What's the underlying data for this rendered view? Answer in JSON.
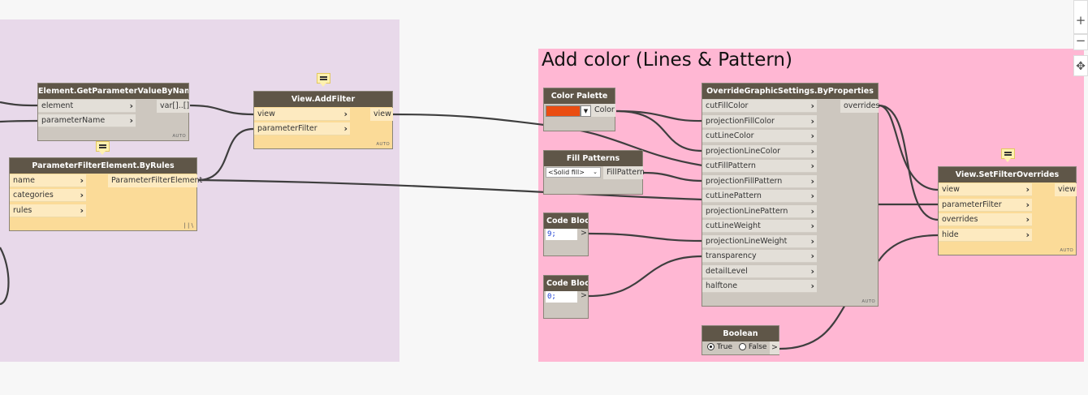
{
  "groups": [
    {
      "title": ""
    },
    {
      "title": "Add color (Lines & Pattern)"
    }
  ],
  "nodes": {
    "get_param": {
      "title": "Element.GetParameterValueByName",
      "inputs": [
        "element",
        "parameterName"
      ],
      "output": "var[]..[]",
      "footer": "AUTO"
    },
    "filter_rules": {
      "title": "ParameterFilterElement.ByRules",
      "inputs": [
        "name",
        "categories",
        "rules"
      ],
      "output": "ParameterFilterElement",
      "footer": "| | \\"
    },
    "add_filter": {
      "title": "View.AddFilter",
      "inputs": [
        "view",
        "parameterFilter"
      ],
      "output": "view",
      "footer": "AUTO"
    },
    "color_palette": {
      "title": "Color Palette",
      "output": "Color",
      "swatch": "#ea4d12"
    },
    "fill_patterns": {
      "title": "Fill Patterns",
      "selected": "<Solid fill>",
      "output": "FillPattern"
    },
    "code_block_1": {
      "title": "Code Block",
      "code": "9;",
      "output": ">"
    },
    "code_block_2": {
      "title": "Code Block",
      "code": "0;",
      "output": ">"
    },
    "override": {
      "title": "OverrideGraphicSettings.ByProperties",
      "inputs": [
        "cutFillColor",
        "projectionFillColor",
        "cutLineColor",
        "projectionLineColor",
        "cutFillPattern",
        "projectionFillPattern",
        "cutLinePattern",
        "projectionLinePattern",
        "cutLineWeight",
        "projectionLineWeight",
        "transparency",
        "detailLevel",
        "halftone"
      ],
      "output": "overrides",
      "footer": "AUTO"
    },
    "set_overrides": {
      "title": "View.SetFilterOverrides",
      "inputs": [
        "view",
        "parameterFilter",
        "overrides",
        "hide"
      ],
      "output": "view",
      "footer": "AUTO"
    },
    "boolean": {
      "title": "Boolean",
      "options": [
        "True",
        "False"
      ],
      "selected": "True",
      "output": ">"
    }
  },
  "colors": {
    "group_left": "#e8d9ea",
    "group_right": "#ffb7d3",
    "node_header": "#5f5648",
    "wire": "#3e3e3e"
  },
  "zoom_controls": [
    "+",
    "−",
    "✥"
  ],
  "icons": [
    "comment-icon",
    "dropdown-arrow-icon",
    "zoom-in-icon",
    "zoom-out-icon",
    "pan-icon"
  ]
}
